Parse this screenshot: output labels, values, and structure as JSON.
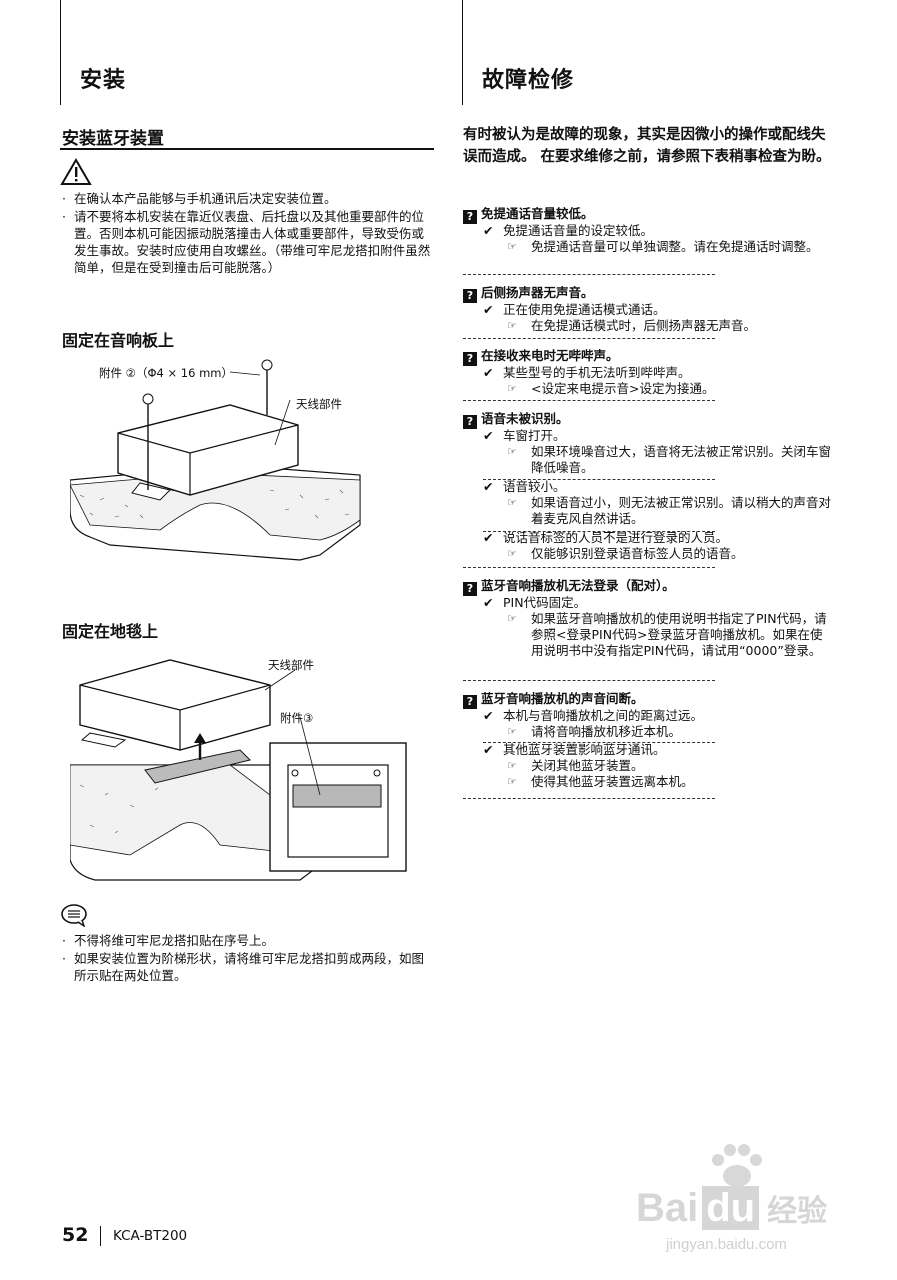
{
  "left": {
    "title": "安装",
    "section_title": "安装蓝牙装置",
    "warnings": [
      "在确认本产品能够与手机通讯后决定安装位置。",
      "请不要将本机安装在靠近仪表盘、后托盘以及其他重要部件的位置。否则本机可能因振动脱落撞击人体或重要部件，导致受伤或发生事故。安装时应使用自攻螺丝。（带维可牢尼龙搭扣附件虽然简单，但是在受到撞击后可能脱落。）"
    ],
    "sub1": {
      "title": "固定在音响板上",
      "label_accessory": "附件 ②（Φ4 × 16 mm）",
      "label_antenna": "天线部件"
    },
    "sub2": {
      "title": "固定在地毯上",
      "label_antenna": "天线部件",
      "label_accessory": "附件③"
    },
    "notes": [
      "不得将维可牢尼龙搭扣贴在序号上。",
      "如果安装位置为阶梯形状，请将维可牢尼龙搭扣剪成两段，如图所示贴在两处位置。"
    ],
    "warning_icon": "warning-triangle-icon",
    "note_icon": "note-speech-icon"
  },
  "right": {
    "title": "故障检修",
    "intro": "有时被认为是故障的现象，其实是因微小的操作或配线失误而造成。 在要求维修之前，请参照下表稍事检查为盼。",
    "problems": [
      {
        "title": "免提通话音量较低。",
        "causes": [
          {
            "text": "免提通话音量的设定较低。",
            "remedies": [
              "免提通话音量可以单独调整。请在免提通话时调整。"
            ]
          }
        ]
      },
      {
        "title": "后侧扬声器无声音。",
        "causes": [
          {
            "text": "正在使用免提通话模式通话。",
            "remedies": [
              "在免提通话模式时，后侧扬声器无声音。"
            ]
          }
        ]
      },
      {
        "title": "在接收来电时无哔哔声。",
        "causes": [
          {
            "text": "某些型号的手机无法听到哔哔声。",
            "remedies": [
              "<设定来电提示音>设定为接通。"
            ]
          }
        ]
      },
      {
        "title": "语音未被识别。",
        "causes": [
          {
            "text": "车窗打开。",
            "remedies": [
              "如果环境噪音过大，语音将无法被正常识别。关闭车窗降低噪音。"
            ]
          },
          {
            "text": "语音较小。",
            "remedies": [
              "如果语音过小，则无法被正常识别。请以稍大的声音对着麦克风自然讲话。"
            ]
          },
          {
            "text": "说话音标签的人员不是进行登录的人员。",
            "remedies": [
              "仅能够识别登录语音标签人员的语音。"
            ]
          }
        ]
      },
      {
        "title": "蓝牙音响播放机无法登录（配对）。",
        "causes": [
          {
            "text": "PIN代码固定。",
            "remedies": [
              "如果蓝牙音响播放机的使用说明书指定了PIN代码，请参照<登录PIN代码>登录蓝牙音响播放机。如果在使用说明书中没有指定PIN代码，请试用“0000”登录。"
            ]
          }
        ]
      },
      {
        "title": "蓝牙音响播放机的声音间断。",
        "causes": [
          {
            "text": "本机与音响播放机之间的距离过远。",
            "remedies": [
              "请将音响播放机移近本机。"
            ]
          },
          {
            "text": "其他蓝牙装置影响蓝牙通讯。",
            "remedies": [
              "关闭其他蓝牙装置。",
              "使得其他蓝牙装置远离本机。"
            ]
          }
        ]
      }
    ],
    "symbols": {
      "question": "?",
      "check": "✔",
      "remedy": "☞"
    }
  },
  "footer": {
    "page": "52",
    "model": "KCA-BT200"
  },
  "watermark": {
    "brand": "Bai",
    "brand2": "du",
    "cn": "经验",
    "url": "jingyan.baidu.com"
  }
}
